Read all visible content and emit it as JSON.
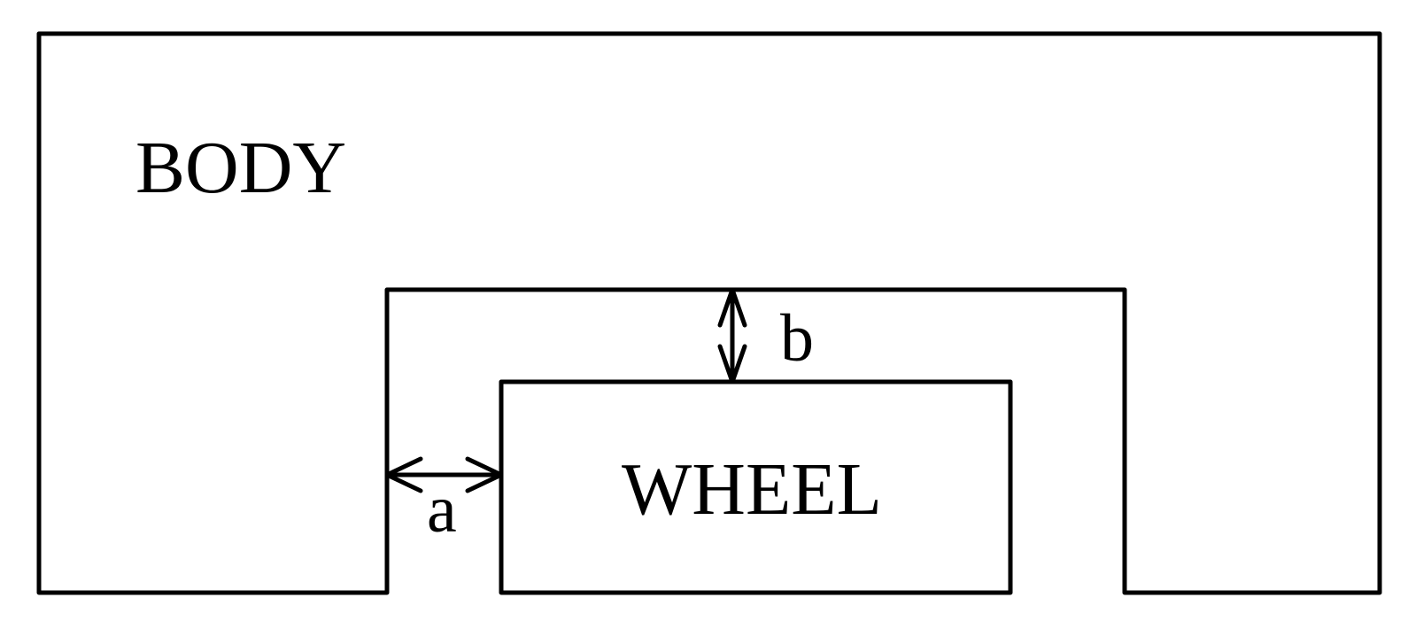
{
  "diagram": {
    "body_label": "BODY",
    "wheel_label": "WHEEL",
    "dimension_a_label": "a",
    "dimension_b_label": "b"
  },
  "colors": {
    "line": "#000000",
    "background": "#ffffff"
  }
}
